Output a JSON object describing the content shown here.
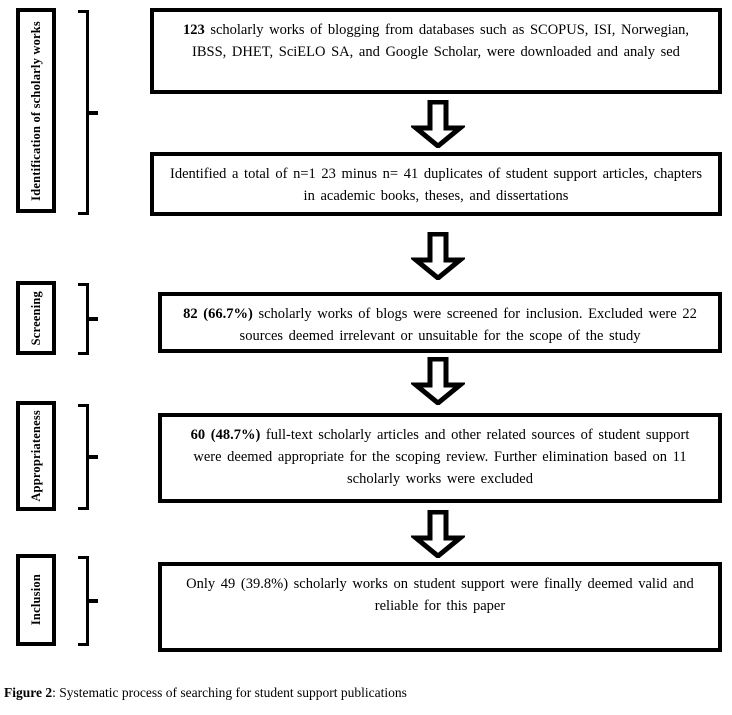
{
  "figure": {
    "caption_label": "Figure 2",
    "caption_separator": ": ",
    "caption_text": "Systematic process of searching for student support publications"
  },
  "stages": [
    {
      "id": "identification",
      "label": "Identification of scholarly works"
    },
    {
      "id": "screening",
      "label": "Screening"
    },
    {
      "id": "appropriateness",
      "label": "Appropriateness"
    },
    {
      "id": "inclusion",
      "label": "Inclusion"
    }
  ],
  "boxes": [
    {
      "id": "box-search",
      "lead": "123",
      "text": " scholarly works   of blogging   from databases such as SCOPUS,      ISI, Norwegian, IBSS, DHET, SciELO SA, and       Google Scholar, were downloaded and analy sed"
    },
    {
      "id": "box-duplicates",
      "lead": "",
      "text": "Identified a total of   n=1 23 minus n= 41 duplicates  of student support articles, chapters in academic books, theses, and dissertations"
    },
    {
      "id": "box-screening",
      "lead": "82 (66.7%)",
      "text": "  scholarly  works of blogs  were screened for inclusion.     Excluded  were  22 sources  deemed  irrelevant or   unsuitable for the scope of the study"
    },
    {
      "id": "box-appropriateness",
      "lead": "60 (48.7%)",
      "text": "   full-text scholarly articles and other related sources of student support were deemed appropriate    for the scoping review.    Further elimination based on        11 scholarly works were excluded"
    },
    {
      "id": "box-inclusion",
      "lead": "",
      "text": "Only  49 (39.8%)  scholarly works   on student support   were finally  deemed  valid and reliable for this paper"
    }
  ],
  "arrows": [
    {
      "id": "arrow-1",
      "direction": "down"
    },
    {
      "id": "arrow-2",
      "direction": "down"
    },
    {
      "id": "arrow-3",
      "direction": "down"
    },
    {
      "id": "arrow-4",
      "direction": "down"
    }
  ],
  "colors": {
    "stroke": "#000000",
    "background": "#ffffff",
    "text": "#000000"
  }
}
